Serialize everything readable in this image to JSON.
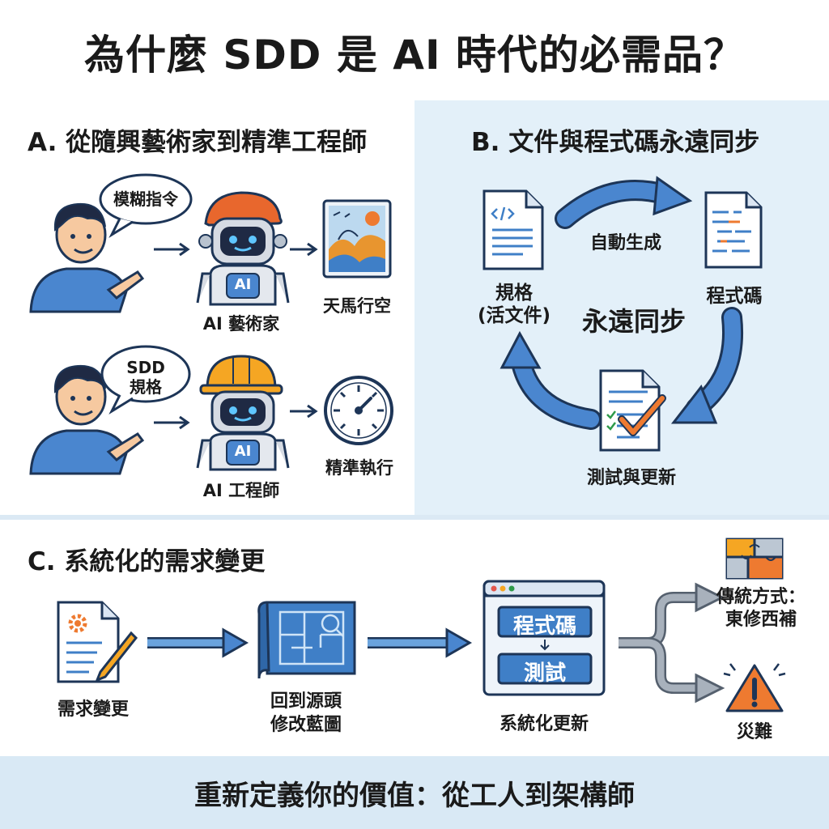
{
  "title": "為什麼 SDD 是 AI 時代的必需品？",
  "section_a": {
    "title": "A. 從隨興藝術家到精準工程師",
    "row1": {
      "bubble": "模糊指令",
      "robot_badge": "AI",
      "robot_label": "AI 藝術家",
      "result_label": "天馬行空"
    },
    "row2": {
      "bubble_line1": "SDD",
      "bubble_line2": "規格",
      "robot_badge": "AI",
      "robot_label": "AI 工程師",
      "result_label": "精準執行"
    }
  },
  "section_b": {
    "title": "B. 文件與程式碼永遠同步",
    "spec_line1": "規格",
    "spec_line2": "(活文件)",
    "arrow_label": "自動生成",
    "code_label": "程式碼",
    "center_label": "永遠同步",
    "test_label": "測試與更新"
  },
  "section_c": {
    "title": "C. 系統化的需求變更",
    "step1_label": "需求變更",
    "step2_line1": "回到源頭",
    "step2_line2": "修改藍圖",
    "box_top": "程式碼",
    "box_bottom": "測試",
    "step3_label": "系統化更新",
    "out1_line1": "傳統方式：",
    "out1_line2": "東修西補",
    "out2_label": "災難"
  },
  "footer": "重新定義你的價值：從工人到架構師",
  "colors": {
    "accent_blue": "#3f7fc7",
    "panel_bg": "#e3f0f9",
    "orange": "#ee7a30",
    "helmet": "#f5a623"
  }
}
